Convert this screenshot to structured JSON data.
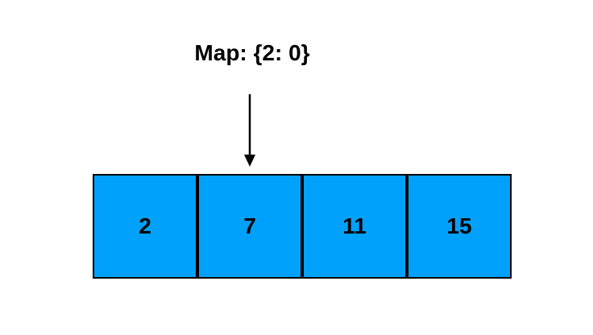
{
  "map_label": "Map: {2: 0}",
  "array": {
    "cells": [
      {
        "value": "2"
      },
      {
        "value": "7"
      },
      {
        "value": "11"
      },
      {
        "value": "15"
      }
    ]
  },
  "pointer": {
    "points_to_index": 1,
    "points_to_value": "7"
  },
  "colors": {
    "cell_fill": "#00A1FA",
    "cell_border": "#000000",
    "arrow": "#000000",
    "text": "#000000",
    "background": "#FFFFFF"
  }
}
